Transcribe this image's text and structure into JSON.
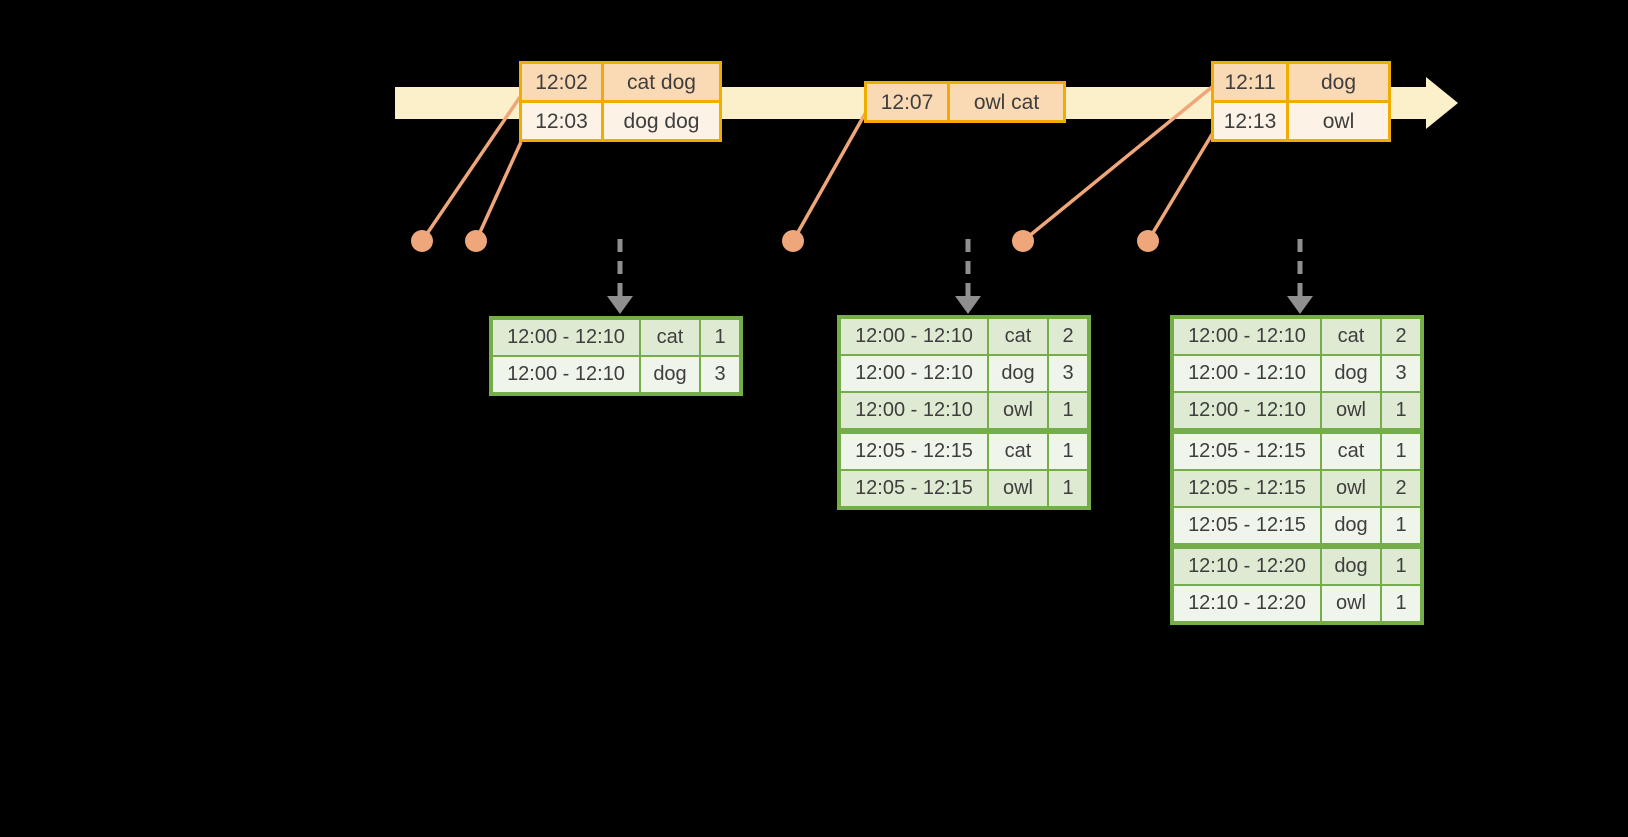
{
  "colors": {
    "background": "#000000",
    "timeline_fill": "#FBF0C9",
    "event_table_border": "#F0AC00",
    "event_row_dark": "#FAD9B5",
    "event_row_light": "#FCF2E5",
    "connector": "#EFA67A",
    "trigger_arrow": "#8F8F8F",
    "result_table_border": "#76AD4B",
    "result_row_dark": "#DFEAD2",
    "result_row_light": "#F0F5EB",
    "text": "#3E3E3E"
  },
  "event_tables": [
    {
      "rows": [
        {
          "time": "12:02",
          "words": "cat dog"
        },
        {
          "time": "12:03",
          "words": "dog dog"
        }
      ]
    },
    {
      "rows": [
        {
          "time": "12:07",
          "words": "owl cat"
        }
      ]
    },
    {
      "rows": [
        {
          "time": "12:11",
          "words": "dog"
        },
        {
          "time": "12:13",
          "words": "owl"
        }
      ]
    }
  ],
  "result_tables": [
    {
      "rows": [
        {
          "window": "12:00 - 12:10",
          "word": "cat",
          "count": 1
        },
        {
          "window": "12:00 - 12:10",
          "word": "dog",
          "count": 3
        }
      ]
    },
    {
      "rows": [
        {
          "window": "12:00 - 12:10",
          "word": "cat",
          "count": 2
        },
        {
          "window": "12:00 - 12:10",
          "word": "dog",
          "count": 3
        },
        {
          "window": "12:00 - 12:10",
          "word": "owl",
          "count": 1
        },
        {
          "window": "12:05 - 12:15",
          "word": "cat",
          "count": 1
        },
        {
          "window": "12:05 - 12:15",
          "word": "owl",
          "count": 1
        }
      ]
    },
    {
      "rows": [
        {
          "window": "12:00 - 12:10",
          "word": "cat",
          "count": 2
        },
        {
          "window": "12:00 - 12:10",
          "word": "dog",
          "count": 3
        },
        {
          "window": "12:00 - 12:10",
          "word": "owl",
          "count": 1
        },
        {
          "window": "12:05 - 12:15",
          "word": "cat",
          "count": 1
        },
        {
          "window": "12:05 - 12:15",
          "word": "owl",
          "count": 2
        },
        {
          "window": "12:05 - 12:15",
          "word": "dog",
          "count": 1
        },
        {
          "window": "12:10 - 12:20",
          "word": "dog",
          "count": 1
        },
        {
          "window": "12:10 - 12:20",
          "word": "owl",
          "count": 1
        }
      ]
    }
  ]
}
